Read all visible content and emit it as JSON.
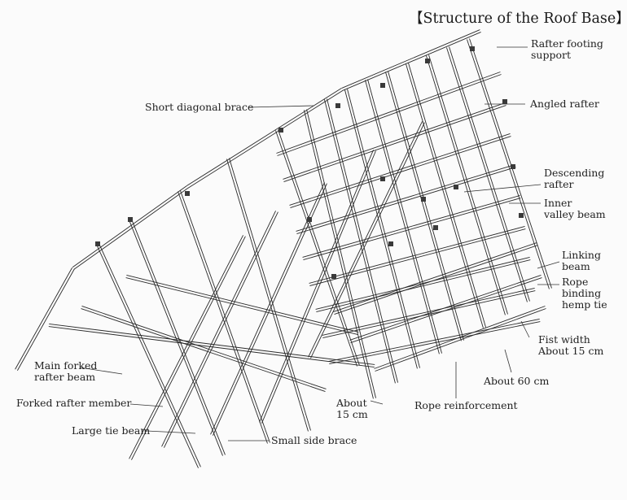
{
  "title": "【Structure of the Roof Base】",
  "labels": {
    "rafter_footing_support": [
      "Rafter footing",
      "support"
    ],
    "angled_rafter": "Angled rafter",
    "short_diagonal_brace": "Short diagonal brace",
    "descending_rafter": [
      "Descending",
      "rafter"
    ],
    "inner_valley_beam": [
      "Inner",
      "valley beam"
    ],
    "linking_beam": [
      "Linking",
      "beam"
    ],
    "rope_binding": [
      "Rope",
      "binding",
      "hemp tie"
    ],
    "fist_width": [
      "Fist width",
      "About 15 cm"
    ],
    "about_60": "About 60 cm",
    "rope_reinforcement": "Rope reinforcement",
    "about_15": [
      "About",
      "15 cm"
    ],
    "main_forked": [
      "Main forked",
      "rafter beam"
    ],
    "forked_member": "Forked rafter member",
    "large_tie": "Large tie beam",
    "small_side": "Small side brace"
  }
}
